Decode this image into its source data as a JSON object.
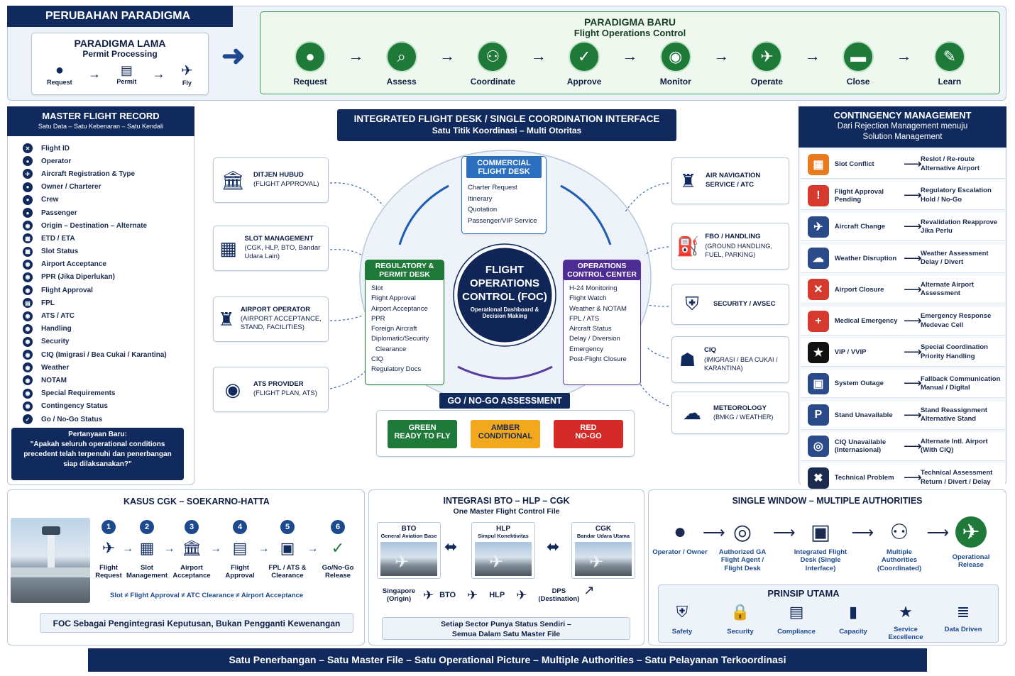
{
  "paradigm": {
    "title": "PERUBAHAN PARADIGMA",
    "old_title": "PARADIGMA LAMA",
    "old_sub": "Permit Processing",
    "old_steps": [
      "Request",
      "Permit",
      "Fly"
    ],
    "new_title": "PARADIGMA BARU",
    "new_sub": "Flight Operations Control",
    "new_steps": [
      "Request",
      "Assess",
      "Coordinate",
      "Approve",
      "Monitor",
      "Operate",
      "Close",
      "Learn"
    ]
  },
  "mfr": {
    "title": "MASTER FLIGHT RECORD",
    "sub": "Satu Data – Satu Kebenaran – Satu Kendali",
    "items": [
      "Flight ID",
      "Operator",
      "Aircraft Registration & Type",
      "Owner / Charterer",
      "Crew",
      "Passenger",
      "Origin – Destination – Alternate",
      "ETD / ETA",
      "Slot Status",
      "Airport Acceptance",
      "PPR (Jika Diperlukan)",
      "Flight Approval",
      "FPL",
      "ATS / ATC",
      "Handling",
      "Security",
      "CIQ (Imigrasi / Bea Cukai / Karantina)",
      "Weather",
      "NOTAM",
      "Special Requirements",
      "Contingency Status",
      "Go / No-Go Status"
    ],
    "q_title": "Pertanyaan Baru:",
    "q_text": "\"Apakah seluruh operational conditions precedent telah terpenuhi dan penerbangan siap dilaksanakan?\""
  },
  "ifd": {
    "title": "INTEGRATED FLIGHT DESK / SINGLE COORDINATION INTERFACE",
    "sub": "Satu Titik Koordinasi – Multi Otoritas",
    "left": [
      {
        "t": "DITJEN HUBUD",
        "s": "(FLIGHT APPROVAL)"
      },
      {
        "t": "SLOT MANAGEMENT",
        "s": "(CGK, HLP, BTO, Bandar Udara Lain)"
      },
      {
        "t": "AIRPORT OPERATOR",
        "s": "(AIRPORT ACCEPTANCE, STAND, FACILITIES)"
      },
      {
        "t": "ATS PROVIDER",
        "s": "(FLIGHT PLAN, ATS)"
      }
    ],
    "right": [
      {
        "t": "AIR NAVIGATION SERVICE / ATC",
        "s": ""
      },
      {
        "t": "FBO / HANDLING",
        "s": "(GROUND HANDLING, FUEL, PARKING)"
      },
      {
        "t": "SECURITY / AVSEC",
        "s": ""
      },
      {
        "t": "CIQ",
        "s": "(IMIGRASI / BEA CUKAI / KARANTINA)"
      },
      {
        "t": "METEOROLOGY",
        "s": "(BMKG / WEATHER)"
      }
    ],
    "commercial": {
      "t": "COMMERCIAL FLIGHT DESK",
      "items": [
        "Charter Request",
        "Itinerary",
        "Quotation",
        "Passenger/VIP Service"
      ]
    },
    "regulatory": {
      "t": "REGULATORY & PERMIT DESK",
      "items": [
        "Slot",
        "Flight Approval",
        "Airport Acceptance",
        "PPR",
        "Foreign Aircraft",
        "Diplomatic/Security Clearance",
        "CIQ",
        "Regulatory Docs"
      ]
    },
    "occ": {
      "t": "OPERATIONS CONTROL CENTER",
      "items": [
        "H-24 Monitoring",
        "Flight Watch",
        "Weather & NOTAM",
        "FPL / ATS",
        "Aircraft Status",
        "Delay / Diversion",
        "Emergency",
        "Post-Flight Closure"
      ]
    },
    "foc": {
      "t": "FLIGHT OPERATIONS CONTROL (FOC)",
      "s": "Operational Dashboard & Decision Making"
    },
    "gonogo": {
      "t": "GO / NO-GO ASSESSMENT",
      "green": "GREEN",
      "green2": "READY TO FLY",
      "amber": "AMBER",
      "amber2": "CONDITIONAL",
      "red": "RED",
      "red2": "NO-GO"
    }
  },
  "cm": {
    "title": "CONTINGENCY MANAGEMENT",
    "sub": "Dari Rejection Management menuju Solution Management",
    "rows": [
      {
        "a": "Slot Conflict",
        "c": "Reslot / Re-route Alternative Airport",
        "col": "#e8791d",
        "g": "▦"
      },
      {
        "a": "Flight Approval Pending",
        "c": "Regulatory Escalation Hold / No-Go",
        "col": "#d63a2f",
        "g": "!"
      },
      {
        "a": "Aircraft Change",
        "c": "Revalidation Reapprove Jika Perlu",
        "col": "#2a4a8a",
        "g": "✈"
      },
      {
        "a": "Weather Disruption",
        "c": "Weather Assessment Delay / Divert",
        "col": "#2a4a8a",
        "g": "☁"
      },
      {
        "a": "Airport Closure",
        "c": "Alternate Airport Assessment",
        "col": "#d63a2f",
        "g": "✕"
      },
      {
        "a": "Medical Emergency",
        "c": "Emergency Response Medevac Cell",
        "col": "#d63a2f",
        "g": "+"
      },
      {
        "a": "VIP / VVIP",
        "c": "Special Coordination Priority Handling",
        "col": "#111",
        "g": "★"
      },
      {
        "a": "System Outage",
        "c": "Fallback Communication Manual / Digital",
        "col": "#2a4a8a",
        "g": "▣"
      },
      {
        "a": "Stand Unavailable",
        "c": "Stand Reassignment Alternative Stand",
        "col": "#2a4a8a",
        "g": "P"
      },
      {
        "a": "CIQ Unavailable (Internasional)",
        "c": "Alternate Intl. Airport (With CIQ)",
        "col": "#2a4a8a",
        "g": "◎"
      },
      {
        "a": "Technical Problem",
        "c": "Technical Assessment Return / Divert / Delay",
        "col": "#1a2b4f",
        "g": "✖"
      }
    ]
  },
  "cgk": {
    "title": "KASUS CGK – SOEKARNO-HATTA",
    "steps": [
      {
        "n": "1",
        "l": "Flight Request"
      },
      {
        "n": "2",
        "l": "Slot Management"
      },
      {
        "n": "3",
        "l": "Airport Acceptance"
      },
      {
        "n": "4",
        "l": "Flight Approval"
      },
      {
        "n": "5",
        "l": "FPL / ATS & Clearance"
      },
      {
        "n": "6",
        "l": "Go/No-Go Release"
      }
    ],
    "note": "Slot ≠ Flight Approval ≠ ATC Clearance ≠ Airport Acceptance",
    "foot": "FOC Sebagai Pengintegrasi Keputusan, Bukan Pengganti Kewenangan"
  },
  "bto": {
    "title": "INTEGRASI BTO – HLP – CGK",
    "sub": "One Master Flight Control File",
    "airports": [
      {
        "t": "BTO",
        "s": "General Aviation Base"
      },
      {
        "t": "HLP",
        "s": "Simpul Konektivitas"
      },
      {
        "t": "CGK",
        "s": "Bandar Udara Utama"
      }
    ],
    "route": {
      "a": "Singapore",
      "a2": "(Origin)",
      "b": "BTO",
      "c": "HLP",
      "d": "DPS",
      "d2": "(Destination)"
    },
    "foot": "Setiap Sector Punya Status Sendiri – Semua Dalam Satu Master File"
  },
  "sw": {
    "title": "SINGLE WINDOW – MULTIPLE AUTHORITIES",
    "steps": [
      "Operator / Owner",
      "Authorized GA Flight Agent / Flight Desk",
      "Integrated Flight Desk (Single Interface)",
      "Multiple Authorities (Coordinated)",
      "Operational Release"
    ],
    "prinsip_title": "PRINSIP UTAMA",
    "prinsip": [
      "Safety",
      "Security",
      "Compliance",
      "Capacity",
      "Service Excellence",
      "Data Driven"
    ]
  },
  "footer": "Satu Penerbangan – Satu Master File – Satu Operational Picture – Multiple Authorities – Satu Pelayanan Terkoordinasi"
}
